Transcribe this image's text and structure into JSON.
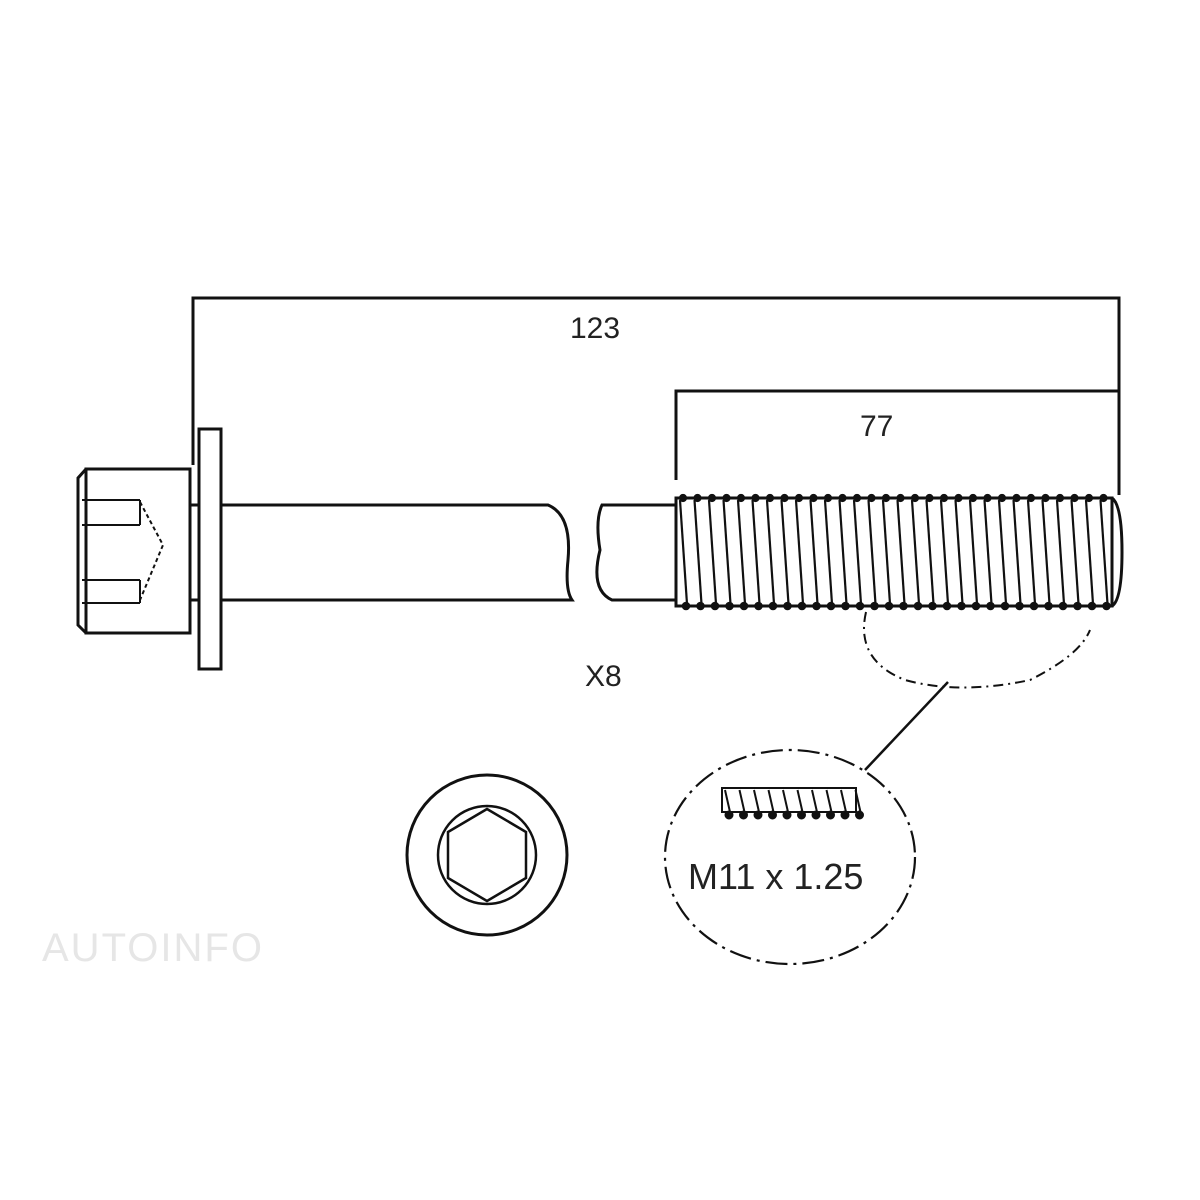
{
  "diagram": {
    "type": "technical-drawing",
    "subject": "cylinder head bolt",
    "dimensions": {
      "overall_length": "123",
      "thread_length": "77"
    },
    "quantity": "X8",
    "thread_spec": "M11 x 1.25",
    "views": [
      "side-view",
      "head-end-view",
      "thread-detail-callout"
    ]
  },
  "watermark": {
    "text": "AUTOINFO"
  },
  "colors": {
    "line": "#111111",
    "background": "#ffffff",
    "watermark": "#e6e6e6"
  }
}
